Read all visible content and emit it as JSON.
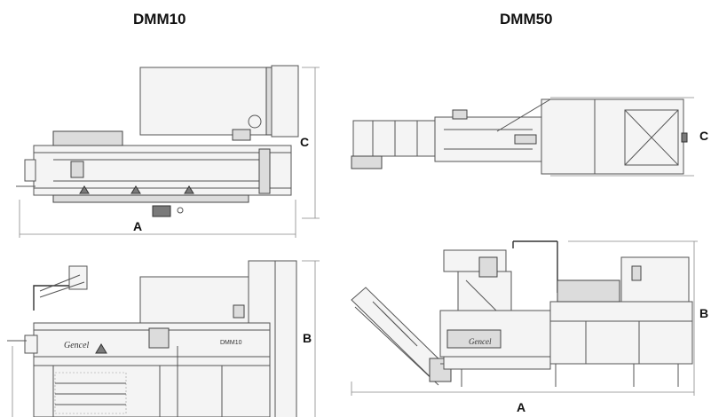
{
  "titles": {
    "left": "DMM10",
    "right": "DMM50"
  },
  "dimension_labels": {
    "dmm10_top_a": "A",
    "dmm10_top_c": "C",
    "dmm10_side_b": "B",
    "dmm50_top_c": "C",
    "dmm50_side_b": "B",
    "dmm50_side_a": "A"
  },
  "brand": {
    "dmm10": "Gencel",
    "dmm50": "Gencel",
    "model_badge": "DMM10"
  }
}
